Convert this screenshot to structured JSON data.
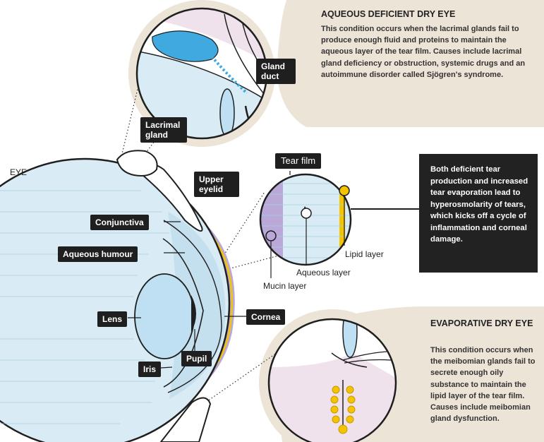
{
  "colors": {
    "panel_bg": "#ede4d8",
    "eye_fill": "#d9ebf5",
    "eye_stroke": "#1f1f1f",
    "label_bg": "#1f1f1f",
    "lipid_yellow": "#f4c400",
    "mucin_purple": "#b9a8d8",
    "gland_blue": "#3fa9e0",
    "lid_pink": "#efe2ec"
  },
  "labels": {
    "eye": "EYE",
    "lacrimal_gland": "Lacrimal gland",
    "gland_duct": "Gland duct",
    "upper_eyelid": "Upper eyelid",
    "conjunctiva": "Conjunctiva",
    "aqueous_humour": "Aqueous humour",
    "lens": "Lens",
    "pupil": "Pupil",
    "iris": "Iris",
    "cornea": "Cornea",
    "tear_film": "Tear film",
    "lipid_layer": "Lipid layer",
    "aqueous_layer": "Aqueous layer",
    "mucin_layer": "Mucin layer"
  },
  "aqueous_panel": {
    "title": "AQUEOUS DEFICIENT DRY EYE",
    "text": "This condition occurs when the lacrimal glands fail to produce enough fluid and proteins to maintain the aqueous layer of the tear film. Causes include lacrimal gland deficiency or obstruction, systemic drugs and an autoimmune disorder called Sjögren's syndrome."
  },
  "middle_box": {
    "text": "Both deficient tear production and increased tear evaporation lead to hyperosmolarity of tears, which kicks off a cycle of inflammation and corneal damage."
  },
  "evaporative_panel": {
    "title": "EVAPORATIVE DRY EYE",
    "text": "This condition occurs when the meibomian glands fail to secrete enough oily substance to maintain the lipid layer of the tear film. Causes include meibomian gland dysfunction."
  }
}
